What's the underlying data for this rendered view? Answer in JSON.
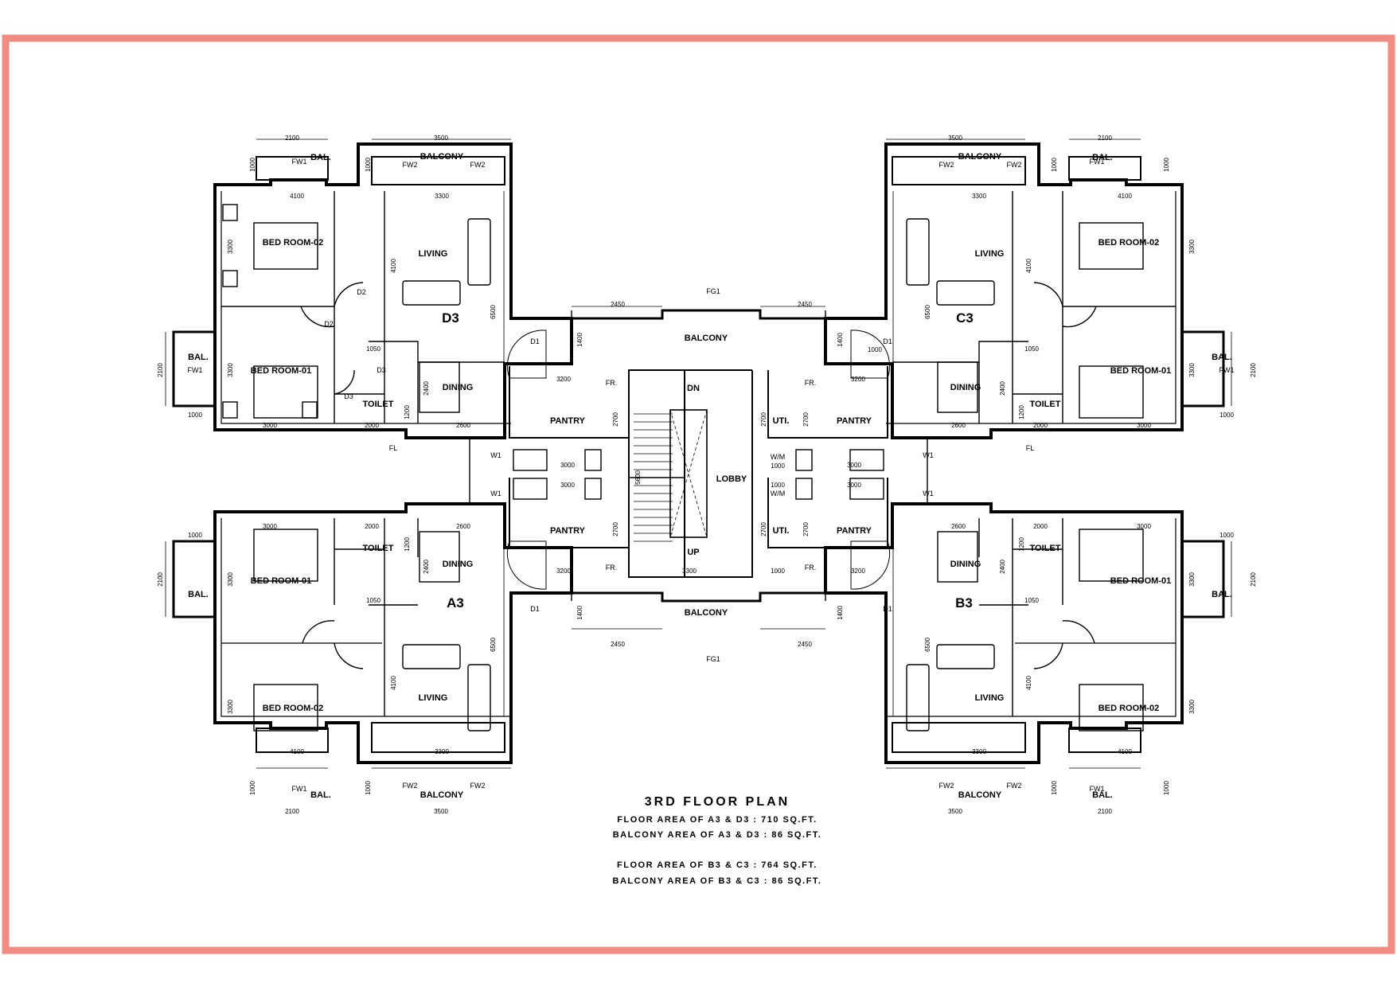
{
  "colors": {
    "frame": "#f28b82",
    "ink": "#000000",
    "paper": "#ffffff"
  },
  "title": "3RD FLOOR PLAN",
  "notes": [
    "FLOOR AREA OF A3 & D3 : 710 SQ.FT.",
    "BALCONY AREA OF A3 & D3 : 86 SQ.FT.",
    "FLOOR AREA OF B3 & C3 : 764 SQ.FT.",
    "BALCONY AREA OF B3 & C3 : 86 SQ.FT."
  ],
  "units": {
    "top_left": "D3",
    "top_right": "C3",
    "bottom_left": "A3",
    "bottom_right": "B3"
  },
  "rooms": {
    "bed1": "BED ROOM-01",
    "bed2": "BED ROOM-02",
    "living": "LIVING",
    "dining": "DINING",
    "toilet": "TOILET",
    "balcony": "BALCONY",
    "bal": "BAL.",
    "pantry": "PANTRY",
    "uti": "UTI.",
    "lobby": "LOBBY",
    "dn": "DN",
    "up": "UP",
    "fr": "FR.",
    "wm": "W/M"
  },
  "tags": {
    "fw1": "FW1",
    "fw2": "FW2",
    "fg1": "FG1",
    "d1": "D1",
    "d2": "D2",
    "d3": "D3",
    "w1": "W1",
    "fl": "FL"
  },
  "dims": {
    "d2100": "2100",
    "d3500": "3500",
    "d1000": "1000",
    "d4100": "4100",
    "d3300": "3300",
    "d6500": "6500",
    "d2450": "2450",
    "d1400": "1400",
    "d3200": "3200",
    "d2700": "2700",
    "d3000": "3000",
    "d1050": "1050",
    "d2400": "2400",
    "d1200": "1200",
    "d2000": "2000",
    "d2600": "2600",
    "d5600": "5600"
  }
}
